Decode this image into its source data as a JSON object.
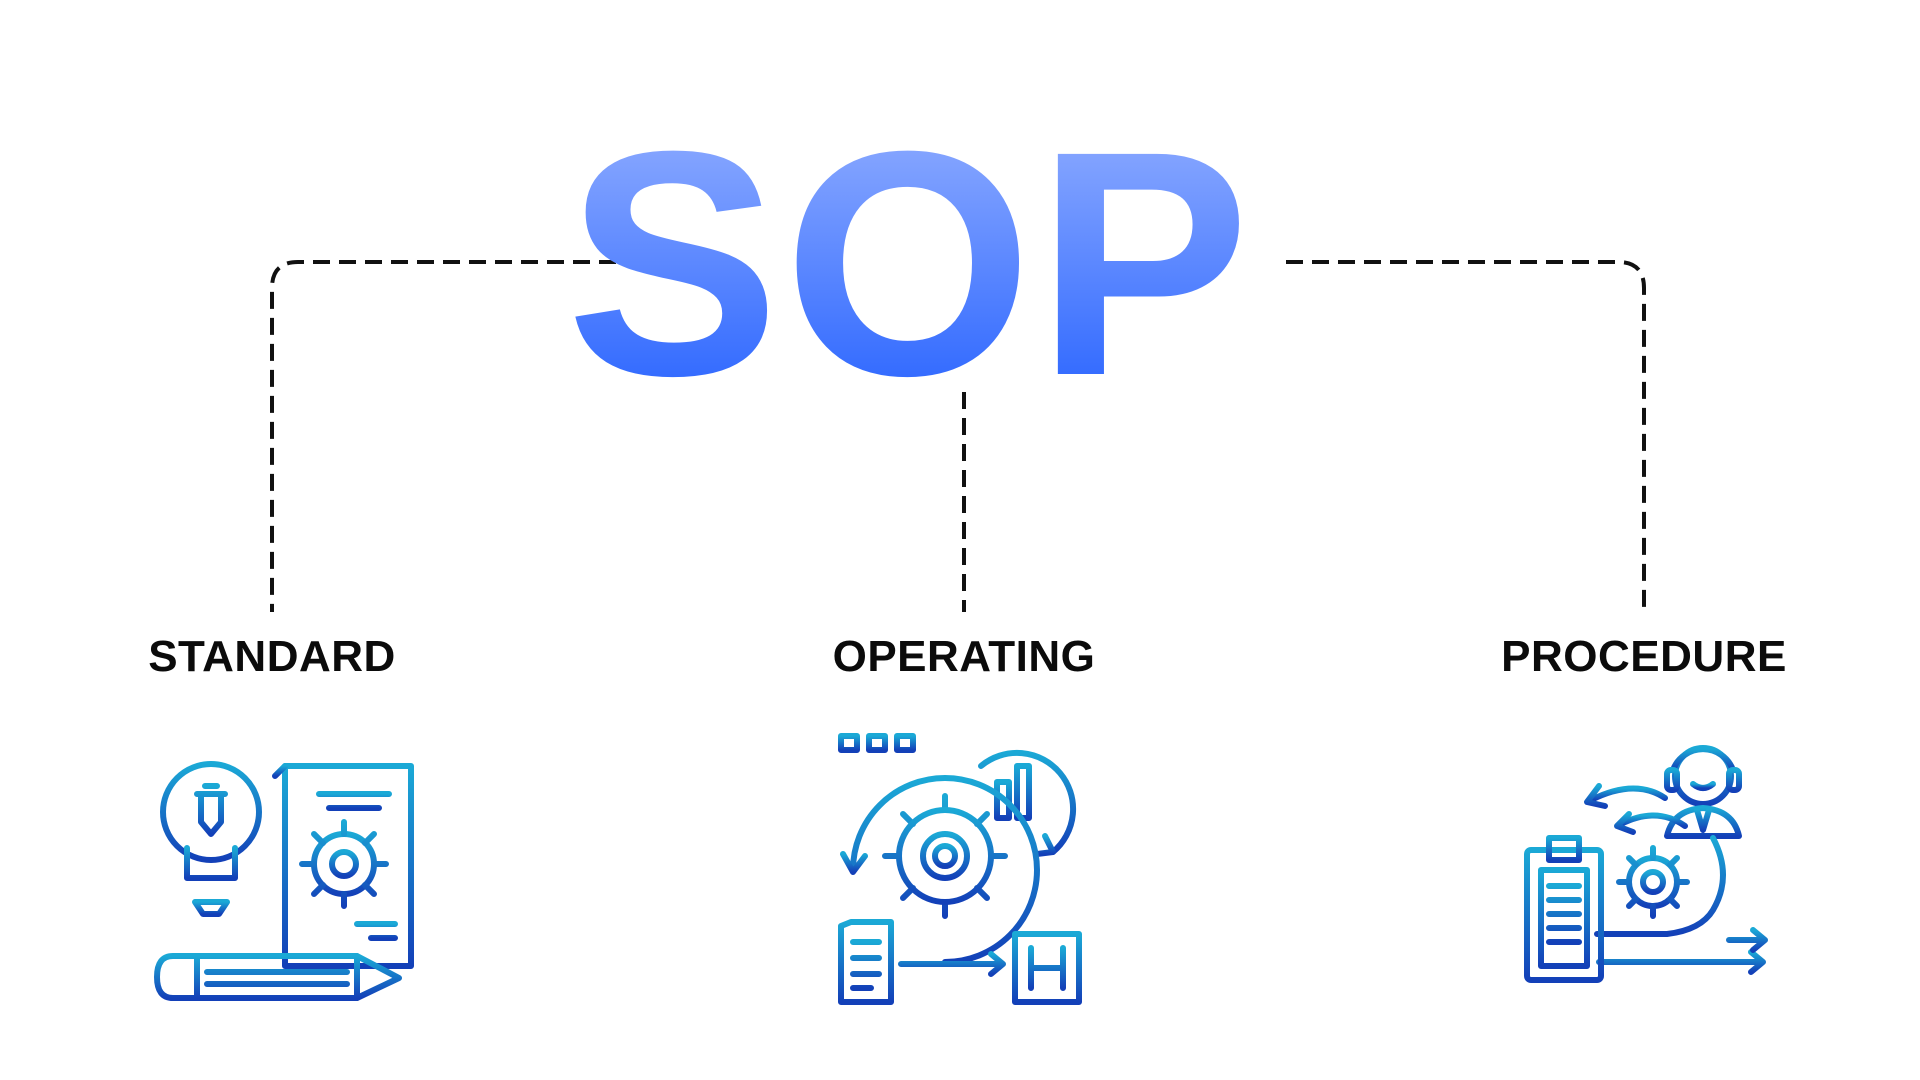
{
  "title": "SOP",
  "items": [
    {
      "label": "STANDARD",
      "icon": "lightbulb-gear-document-icon"
    },
    {
      "label": "OPERATING",
      "icon": "gear-cycle-process-icon"
    },
    {
      "label": "PROCEDURE",
      "icon": "clipboard-person-workflow-icon"
    }
  ],
  "colors": {
    "title_top": "#9ab4ff",
    "title_bottom": "#1e5cff",
    "icon_top": "#1ba9d6",
    "icon_bottom": "#1340b8",
    "label": "#0b0b0b",
    "connector": "#111111"
  }
}
